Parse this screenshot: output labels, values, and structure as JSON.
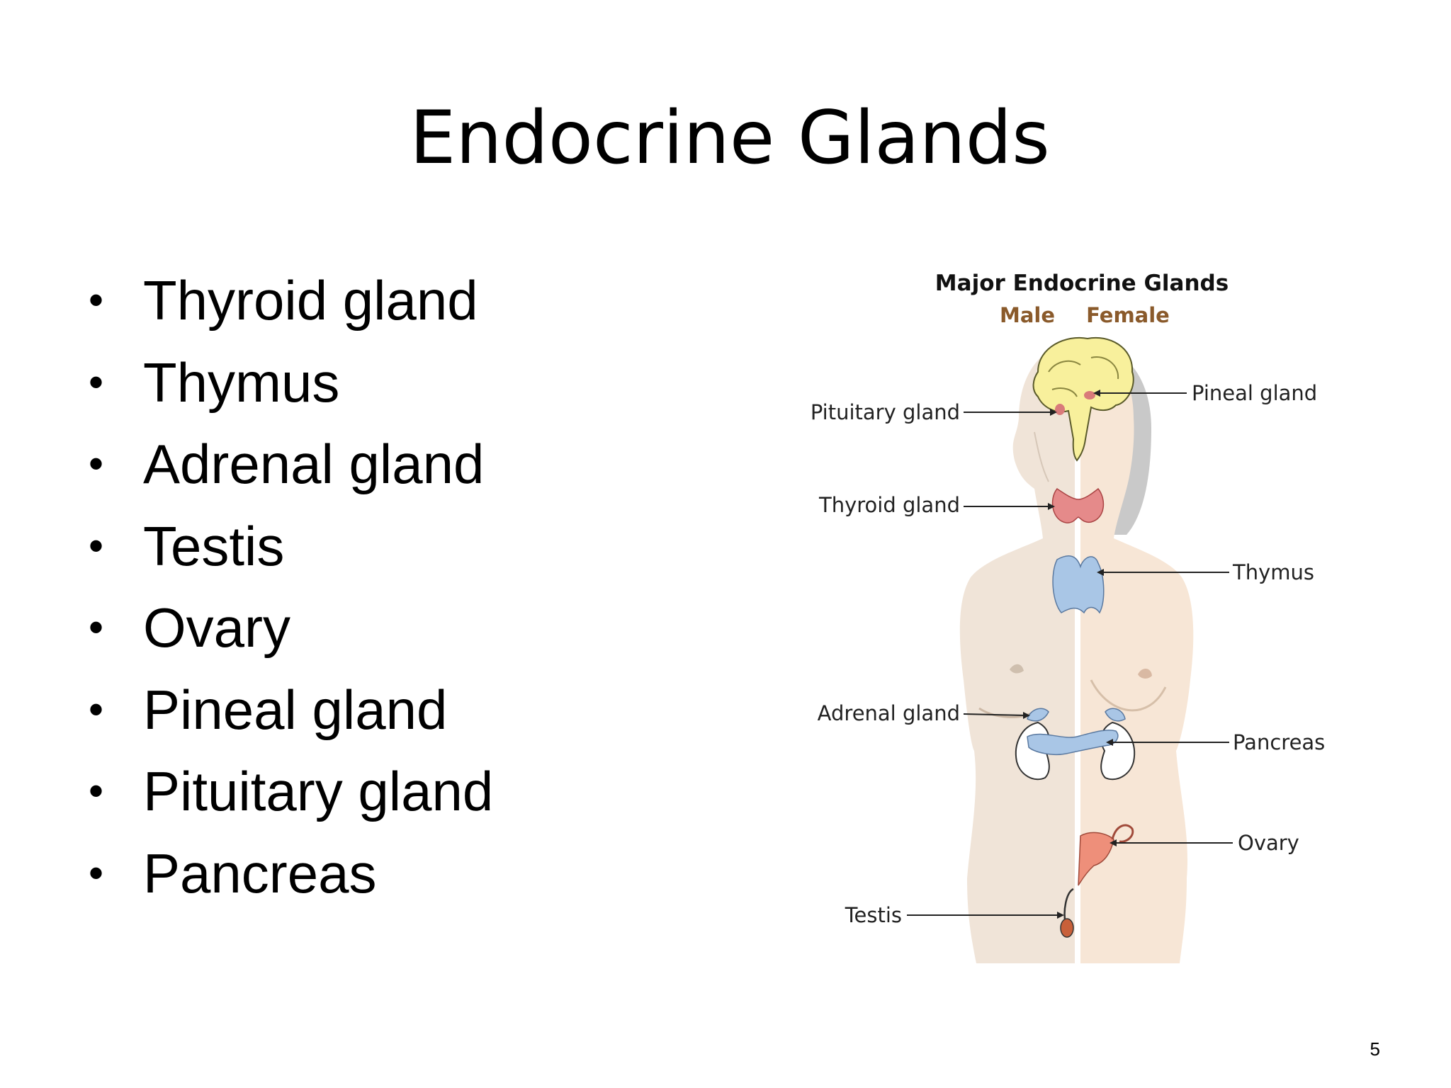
{
  "slide": {
    "title": "Endocrine Glands",
    "page_number": "5",
    "bullets": [
      "Thyroid gland",
      "Thymus",
      "Adrenal gland",
      "Testis",
      "Ovary",
      "Pineal gland",
      "Pituitary gland",
      "Pancreas"
    ]
  },
  "diagram": {
    "title": "Major Endocrine Glands",
    "male_label": "Male",
    "female_label": "Female",
    "labels": {
      "pituitary": "Pituitary gland",
      "pineal": "Pineal gland",
      "thyroid": "Thyroid gland",
      "thymus": "Thymus",
      "adrenal": "Adrenal gland",
      "pancreas": "Pancreas",
      "ovary": "Ovary",
      "testis": "Testis"
    }
  },
  "colors": {
    "skin_male": "#f0e4d8",
    "skin_female": "#f7e6d6",
    "hair": "#c9c9c9",
    "brain": "#f8f09c",
    "thyroid": "#e58a8a",
    "thymus": "#a9c6e6",
    "ovary": "#ee8f7a",
    "testis": "#c8603a"
  }
}
